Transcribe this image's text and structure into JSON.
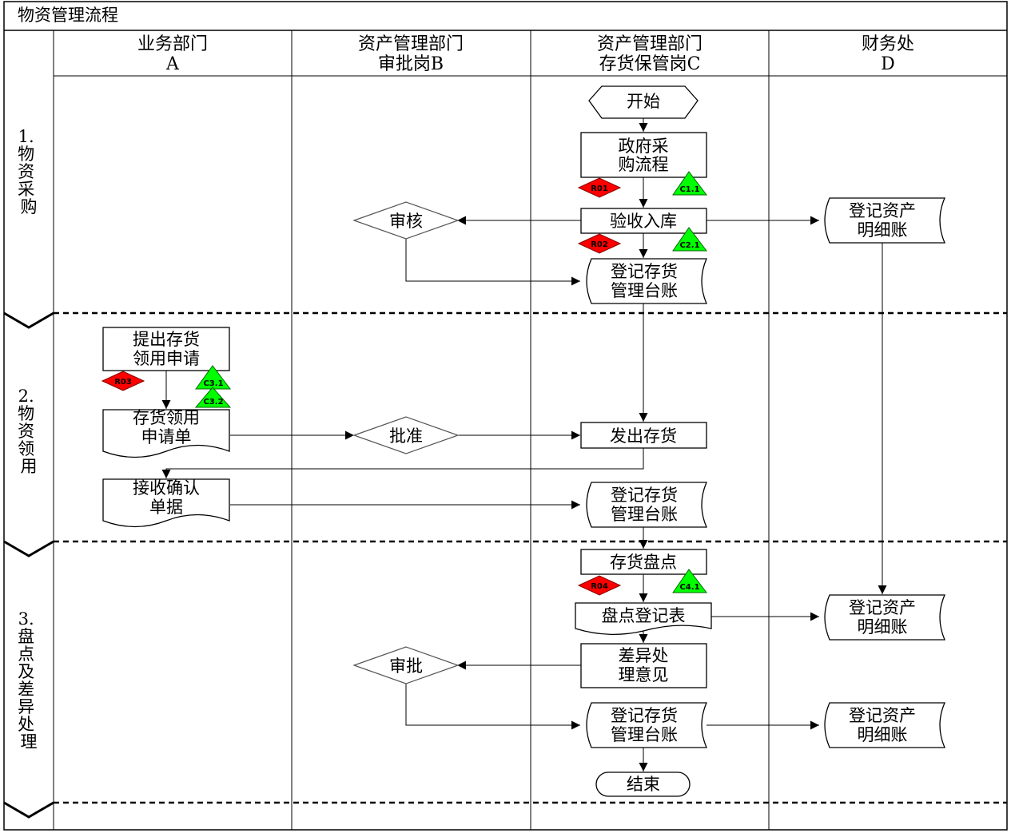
{
  "title": "物资管理流程",
  "lanes": [
    {
      "line1": "业务部门",
      "line2": "A"
    },
    {
      "line1": "资产管理部门",
      "line2": "审批岗B"
    },
    {
      "line1": "资产管理部门",
      "line2": "存货保管岗C"
    },
    {
      "line1": "财务处",
      "line2": "D"
    }
  ],
  "phases": [
    {
      "chars": [
        "1.",
        "物",
        "资",
        "采",
        "购"
      ]
    },
    {
      "chars": [
        "2.",
        "物",
        "资",
        "领",
        "用"
      ]
    },
    {
      "chars": [
        "3.",
        "盘",
        "点",
        "及",
        "差",
        "异",
        "处",
        "理"
      ]
    }
  ],
  "nodes": {
    "start": [
      "开始"
    ],
    "gov_purchase": [
      "政府采",
      "购流程"
    ],
    "acceptance": [
      "验收入库"
    ],
    "review": [
      "审核"
    ],
    "ledger_inventory_1": [
      "登记存货",
      "管理台账"
    ],
    "asset_detail_1": [
      "登记资产",
      "明细账"
    ],
    "apply_request": [
      "提出存货",
      "领用申请"
    ],
    "request_form": [
      "存货领用",
      "申请单"
    ],
    "approve": [
      "批准"
    ],
    "issue_goods": [
      "发出存货"
    ],
    "receipt_confirm": [
      "接收确认",
      "单据"
    ],
    "ledger_inventory_2": [
      "登记存货",
      "管理台账"
    ],
    "stocktake": [
      "存货盘点"
    ],
    "stocktake_form": [
      "盘点登记表"
    ],
    "asset_detail_2": [
      "登记资产",
      "明细账"
    ],
    "difference_opinion": [
      "差异处",
      "理意见"
    ],
    "approval": [
      "审批"
    ],
    "ledger_inventory_3": [
      "登记存货",
      "管理台账"
    ],
    "asset_detail_3": [
      "登记资产",
      "明细账"
    ],
    "end": [
      "结束"
    ]
  },
  "risk_tags": [
    "R01",
    "R02",
    "R03",
    "R04"
  ],
  "control_tags": [
    "C1.1",
    "C2.1",
    "C3.1",
    "C3.2",
    "C4.1"
  ],
  "colors": {
    "risk": "#ff0000",
    "control": "#00ff00",
    "border": "#000000",
    "decision_border": "#555555"
  }
}
